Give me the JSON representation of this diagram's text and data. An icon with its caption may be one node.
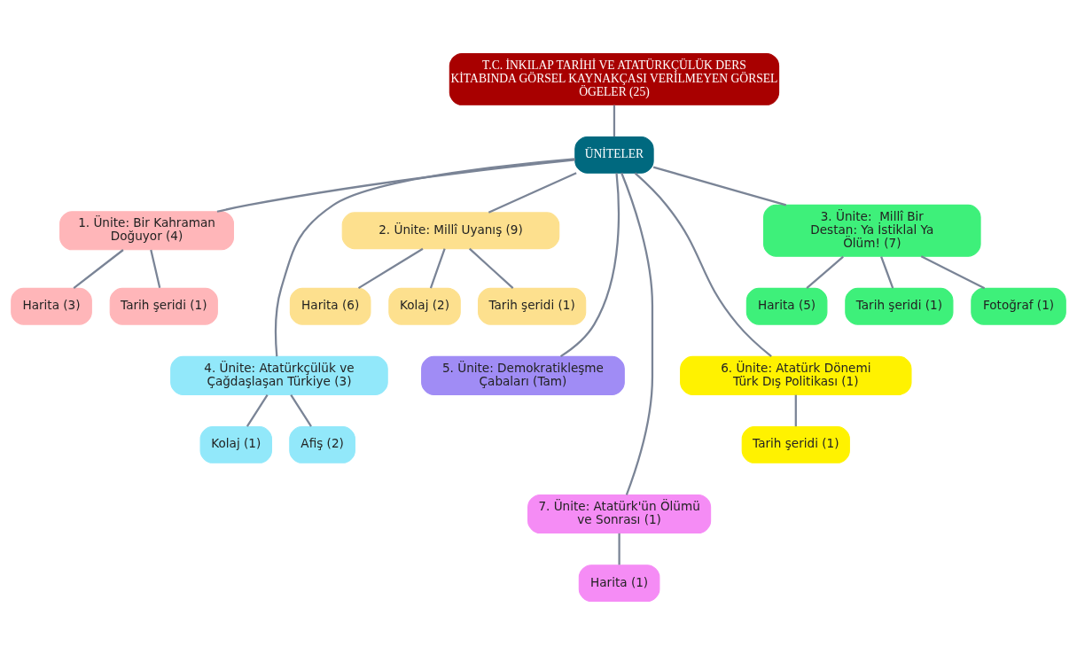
{
  "diagram": {
    "nodes": [
      {
        "text": [
          "T.C. İNKILAP TARİHİ VE ATATÜRKÇÜLÜK DERS KİTABINDA GÖRSEL KAYNAKÇASI VERİLMEYEN GÖRSEL ÖGELER (25)"
        ]
      },
      {
        "text": [
          "ÜNİTELER"
        ]
      },
      {
        "text": [
          "1. Ünite: Bir Kahraman Doğuyor (4)"
        ]
      },
      {
        "text": [
          "Harita (3)"
        ]
      },
      {
        "text": [
          "Tarih şeridi (1)"
        ]
      },
      {
        "text": [
          "2. Ünite: Millî Uyanış (9)"
        ]
      },
      {
        "text": [
          "Harita (6)"
        ]
      },
      {
        "text": [
          "Kolaj (2)"
        ]
      },
      {
        "text": [
          "Tarih şeridi (1)"
        ]
      },
      {
        "text": [
          "3. Ünite:  Millî Bir Destan: Ya İstiklal Ya Ölüm! (7)"
        ]
      },
      {
        "text": [
          "Harita (5)"
        ]
      },
      {
        "text": [
          "Tarih şeridi (1)"
        ]
      },
      {
        "text": [
          "Fotoğraf (1)"
        ]
      },
      {
        "text": [
          "4. Ünite: Atatürkçülük ve Çağdaşlaşan Türkiye (3)"
        ]
      },
      {
        "text": [
          "5. Ünite: Demokratikleşme Çabaları (Tam)"
        ]
      },
      {
        "text": [
          "6. Ünite: Atatürk Dönemi Türk Dış Politikası (1)"
        ]
      },
      {
        "text": [
          "Kolaj (1)"
        ]
      },
      {
        "text": [
          "Afiş (2)"
        ]
      },
      {
        "text": [
          "Tarih şeridi (1)"
        ]
      },
      {
        "text": [
          "7. Ünite: Atatürk'ün Ölümü ve Sonrası (1)"
        ]
      },
      {
        "text": [
          "Harita (1)"
        ]
      }
    ],
    "edges": [
      {
        "from": 0,
        "to": 1,
        "arrow": "none"
      },
      {
        "from": 1,
        "to": 2,
        "arrow": "none"
      },
      {
        "from": 1,
        "to": 5,
        "arrow": "none"
      },
      {
        "from": 1,
        "to": 9,
        "arrow": "none"
      },
      {
        "from": 1,
        "to": 13,
        "arrow": "none"
      },
      {
        "from": 1,
        "to": 14,
        "arrow": "none"
      },
      {
        "from": 1,
        "to": 15,
        "arrow": "none"
      },
      {
        "from": 1,
        "to": 19,
        "arrow": "none"
      },
      {
        "from": 2,
        "to": 3,
        "arrow": "none"
      },
      {
        "from": 2,
        "to": 4,
        "arrow": "none"
      },
      {
        "from": 5,
        "to": 6,
        "arrow": "none"
      },
      {
        "from": 5,
        "to": 7,
        "arrow": "none"
      },
      {
        "from": 5,
        "to": 8,
        "arrow": "none"
      },
      {
        "from": 9,
        "to": 10,
        "arrow": "none"
      },
      {
        "from": 9,
        "to": 11,
        "arrow": "none"
      },
      {
        "from": 9,
        "to": 12,
        "arrow": "none"
      },
      {
        "from": 13,
        "to": 16,
        "arrow": "none"
      },
      {
        "from": 13,
        "to": 17,
        "arrow": "none"
      },
      {
        "from": 15,
        "to": 18,
        "arrow": "none"
      },
      {
        "from": 19,
        "to": 20,
        "arrow": "none"
      }
    ]
  }
}
